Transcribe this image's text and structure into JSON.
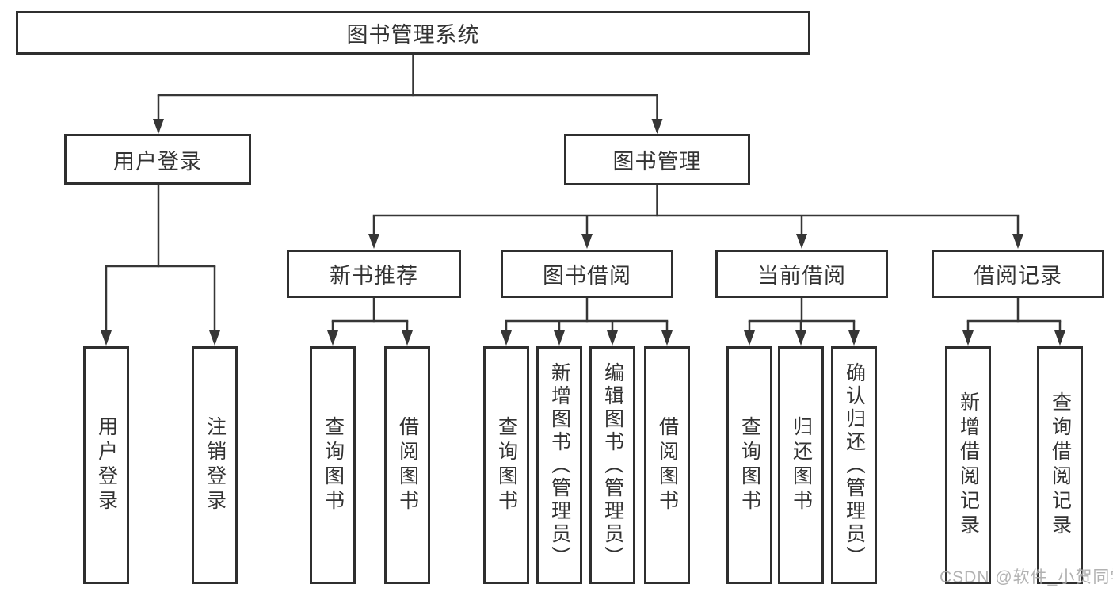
{
  "diagram_type": "hierarchy-tree",
  "colors": {
    "line": "#363636",
    "box_border": "#2f2f2f",
    "box_fill": "#ffffff",
    "text": "#333333",
    "watermark": "#aaaaaa",
    "background": "#ffffff"
  },
  "watermark": "CSDN @软件_小贺同学",
  "tree": {
    "label": "图书管理系统",
    "children": [
      {
        "label": "用户登录",
        "children": [
          {
            "label": "用户登录"
          },
          {
            "label": "注销登录"
          }
        ]
      },
      {
        "label": "图书管理",
        "children": [
          {
            "label": "新书推荐",
            "children": [
              {
                "label": "查询图书"
              },
              {
                "label": "借阅图书"
              }
            ]
          },
          {
            "label": "图书借阅",
            "children": [
              {
                "label": "查询图书"
              },
              {
                "label": "新增图书（管理员）"
              },
              {
                "label": "编辑图书（管理员）"
              },
              {
                "label": "借阅图书"
              }
            ]
          },
          {
            "label": "当前借阅",
            "children": [
              {
                "label": "查询图书"
              },
              {
                "label": "归还图书"
              },
              {
                "label": "确认归还（管理员）"
              }
            ]
          },
          {
            "label": "借阅记录",
            "children": [
              {
                "label": "新增借阅记录"
              },
              {
                "label": "查询借阅记录"
              }
            ]
          }
        ]
      }
    ]
  }
}
